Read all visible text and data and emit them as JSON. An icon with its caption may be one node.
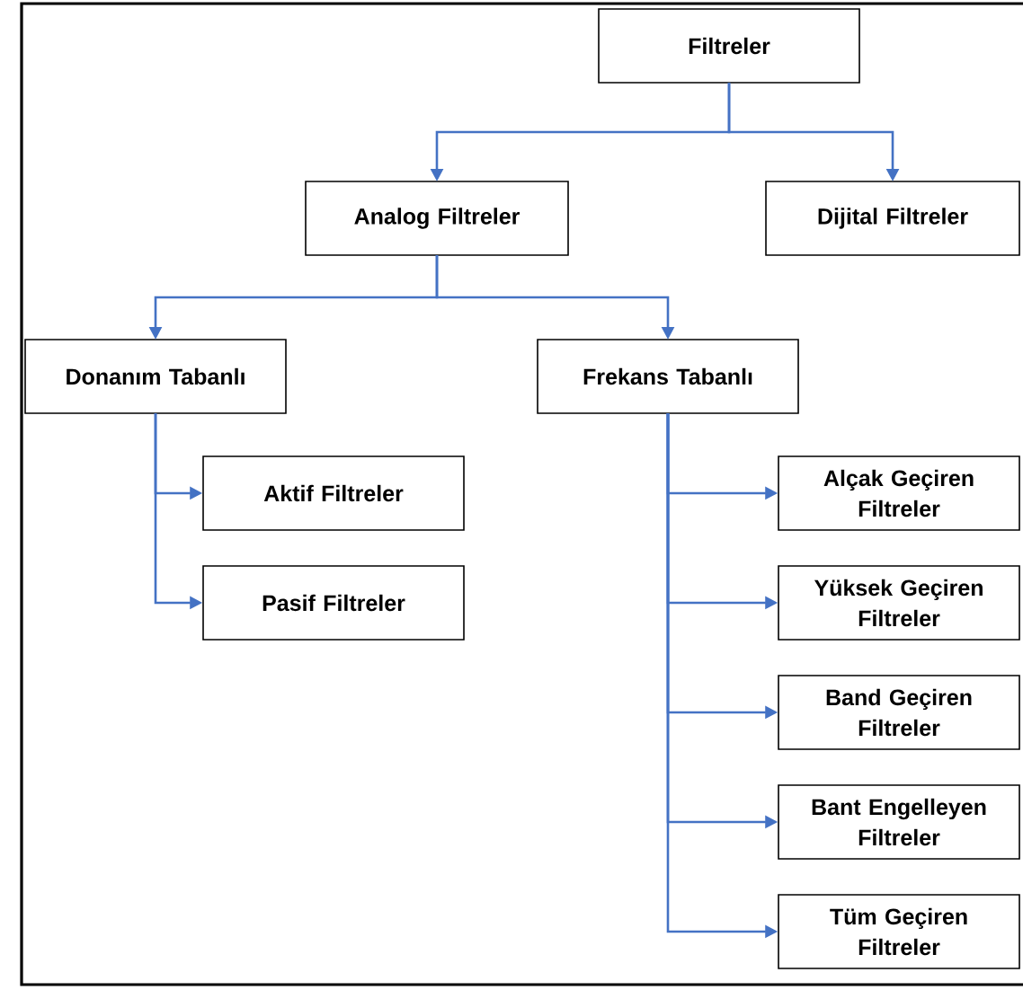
{
  "diagram": {
    "nodes": [
      {
        "text": [
          "Filtreler"
        ]
      },
      {
        "text": [
          "Analog Filtreler"
        ]
      },
      {
        "text": [
          "Dijital Filtreler"
        ]
      },
      {
        "text": [
          "Donanım Tabanlı"
        ]
      },
      {
        "text": [
          "Frekans Tabanlı"
        ]
      },
      {
        "text": [
          "Aktif Filtreler"
        ]
      },
      {
        "text": [
          "Pasif Filtreler"
        ]
      },
      {
        "text": [
          "Alçak Geçiren Filtreler"
        ]
      },
      {
        "text": [
          "Yüksek Geçiren Filtreler"
        ]
      },
      {
        "text": [
          "Band Geçiren Filtreler"
        ]
      },
      {
        "text": [
          "Bant Engelleyen Filtreler"
        ]
      },
      {
        "text": [
          "Tüm Geçiren Filtreler"
        ]
      }
    ],
    "edges": [
      {
        "from": 0,
        "to": 1,
        "arrow": "to"
      },
      {
        "from": 0,
        "to": 2,
        "arrow": "to"
      },
      {
        "from": 1,
        "to": 3,
        "arrow": "to"
      },
      {
        "from": 1,
        "to": 4,
        "arrow": "to"
      },
      {
        "from": 3,
        "to": 5,
        "arrow": "to"
      },
      {
        "from": 3,
        "to": 6,
        "arrow": "to"
      },
      {
        "from": 4,
        "to": 7,
        "arrow": "to"
      },
      {
        "from": 4,
        "to": 8,
        "arrow": "to"
      },
      {
        "from": 4,
        "to": 9,
        "arrow": "to"
      },
      {
        "from": 4,
        "to": 10,
        "arrow": "to"
      },
      {
        "from": 4,
        "to": 11,
        "arrow": "to"
      }
    ]
  }
}
